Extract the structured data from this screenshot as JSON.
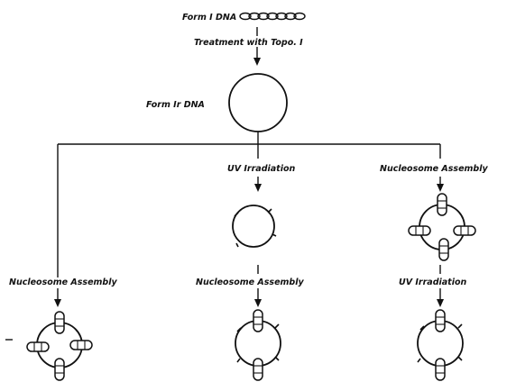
{
  "labels": {
    "form_i": "Form I DNA",
    "topo": "Treatment with Topo. I",
    "form_ir": "Form Ir DNA",
    "uv_center": "UV Irradiation",
    "nuc_right_top": "Nucleosome Assembly",
    "nuc_left": "Nucleosome Assembly",
    "nuc_center": "Nucleosome Assembly",
    "uv_right": "UV Irradiation"
  }
}
